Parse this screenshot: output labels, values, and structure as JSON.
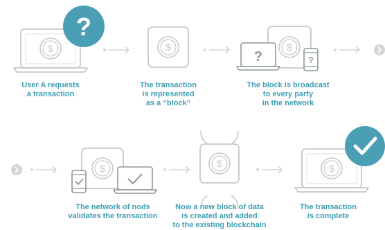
{
  "colors": {
    "accent": "#4a9fb5",
    "icon_line": "#c4c9cc",
    "arrow": "#d2d6d8",
    "caption": "#3f9fb5"
  },
  "steps": [
    {
      "icon": "laptop-question-icon",
      "caption": [
        "User A requests",
        "a transaction"
      ]
    },
    {
      "icon": "coin-block-icon",
      "caption": [
        "The transaction",
        "is represented",
        "as a “block”"
      ]
    },
    {
      "icon": "broadcast-devices-icon",
      "caption": [
        "The block is broadcast",
        "to every party",
        "in the network"
      ]
    },
    {
      "icon": "network-validation-icon",
      "caption": [
        "The network of nods",
        "validates the transaction"
      ]
    },
    {
      "icon": "chain-block-icon",
      "caption": [
        "Now a new block of data",
        "is created and added",
        "to the existing blockchain"
      ]
    },
    {
      "icon": "laptop-check-icon",
      "caption": [
        "The transaction",
        "is complete"
      ]
    }
  ],
  "symbols": {
    "coin": "$",
    "question": "?"
  }
}
